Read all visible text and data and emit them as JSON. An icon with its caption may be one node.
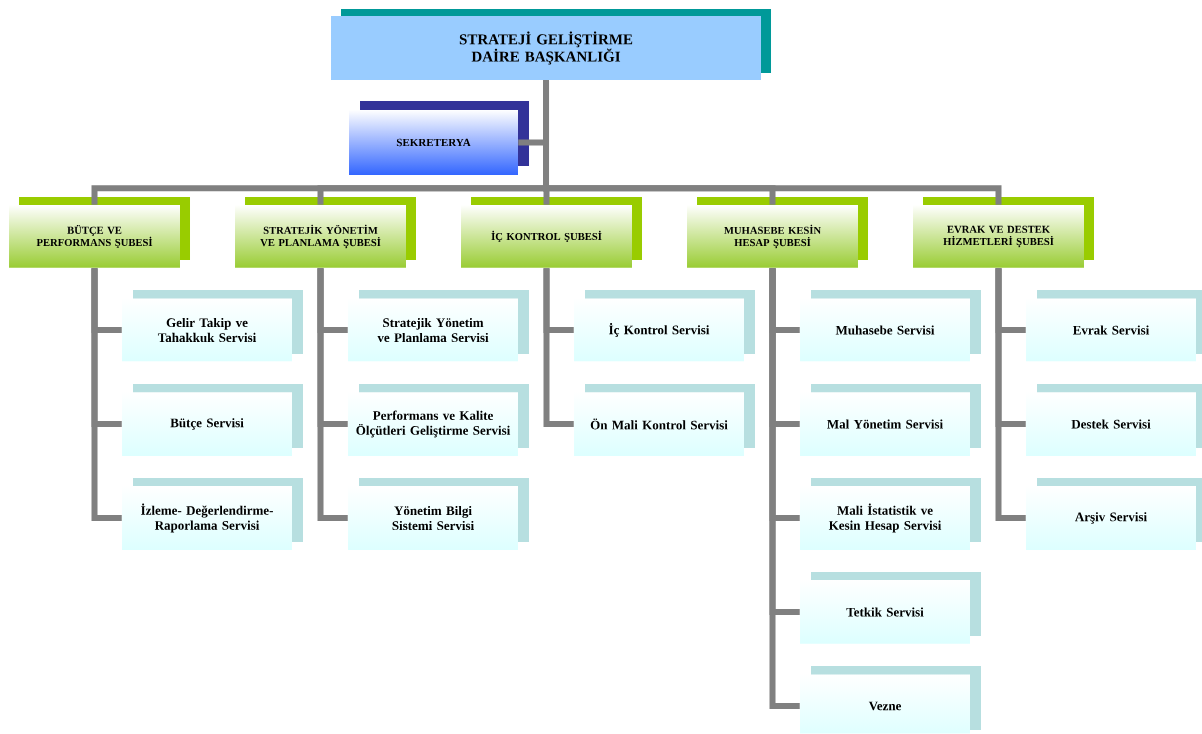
{
  "diagram": {
    "nodes": [
      {
        "text": [
          "STRATEJİ GELİŞTİRME DAİRE BAŞKANLIĞI"
        ]
      },
      {
        "text": [
          "SEKRETERYA"
        ]
      },
      {
        "text": [
          "BÜTÇE VE PERFORMANS ŞUBESİ"
        ]
      },
      {
        "text": [
          "STRATEJİK YÖNETİM VE PLANLAMA ŞUBESİ"
        ]
      },
      {
        "text": [
          "İÇ KONTROL ŞUBESİ"
        ]
      },
      {
        "text": [
          "MUHASEBE KESİN HESAP ŞUBESİ"
        ]
      },
      {
        "text": [
          "EVRAK VE DESTEK HİZMETLERİ ŞUBESİ"
        ]
      },
      {
        "text": [
          "Gelir Takip ve Tahakkuk Servisi"
        ]
      },
      {
        "text": [
          "Bütçe Servisi"
        ]
      },
      {
        "text": [
          "İzleme- Değerlendirme- Raporlama Servisi"
        ]
      },
      {
        "text": [
          "Stratejik Yönetim ve Planlama Servisi"
        ]
      },
      {
        "text": [
          "Performans ve Kalite Ölçütleri Geliştirme Servisi"
        ]
      },
      {
        "text": [
          "Yönetim Bilgi Sistemi Servisi"
        ]
      },
      {
        "text": [
          "İç Kontrol Servisi"
        ]
      },
      {
        "text": [
          "Ön Mali Kontrol Servisi"
        ]
      },
      {
        "text": [
          "Muhasebe Servisi"
        ]
      },
      {
        "text": [
          "Mal Yönetim Servisi"
        ]
      },
      {
        "text": [
          "Mali İstatistik ve Kesin Hesap Servisi"
        ]
      },
      {
        "text": [
          "Tetkik Servisi"
        ]
      },
      {
        "text": [
          "Vezne"
        ]
      },
      {
        "text": [
          "Evrak Servisi"
        ]
      },
      {
        "text": [
          "Destek Servisi"
        ]
      },
      {
        "text": [
          "Arşiv Servisi"
        ]
      }
    ],
    "edges": [
      {
        "from": 0,
        "to": 1,
        "arrow": "none"
      },
      {
        "from": 0,
        "to": 2,
        "arrow": "none"
      },
      {
        "from": 0,
        "to": 3,
        "arrow": "none"
      },
      {
        "from": 0,
        "to": 4,
        "arrow": "none"
      },
      {
        "from": 0,
        "to": 5,
        "arrow": "none"
      },
      {
        "from": 0,
        "to": 6,
        "arrow": "none"
      },
      {
        "from": 2,
        "to": 7,
        "arrow": "none"
      },
      {
        "from": 2,
        "to": 8,
        "arrow": "none"
      },
      {
        "from": 2,
        "to": 9,
        "arrow": "none"
      },
      {
        "from": 3,
        "to": 10,
        "arrow": "none"
      },
      {
        "from": 3,
        "to": 11,
        "arrow": "none"
      },
      {
        "from": 3,
        "to": 12,
        "arrow": "none"
      },
      {
        "from": 4,
        "to": 13,
        "arrow": "none"
      },
      {
        "from": 4,
        "to": 14,
        "arrow": "none"
      },
      {
        "from": 5,
        "to": 15,
        "arrow": "none"
      },
      {
        "from": 5,
        "to": 16,
        "arrow": "none"
      },
      {
        "from": 5,
        "to": 17,
        "arrow": "none"
      },
      {
        "from": 5,
        "to": 18,
        "arrow": "none"
      },
      {
        "from": 5,
        "to": 19,
        "arrow": "none"
      },
      {
        "from": 6,
        "to": 20,
        "arrow": "none"
      },
      {
        "from": 6,
        "to": 21,
        "arrow": "none"
      },
      {
        "from": 6,
        "to": 22,
        "arrow": "none"
      }
    ]
  }
}
